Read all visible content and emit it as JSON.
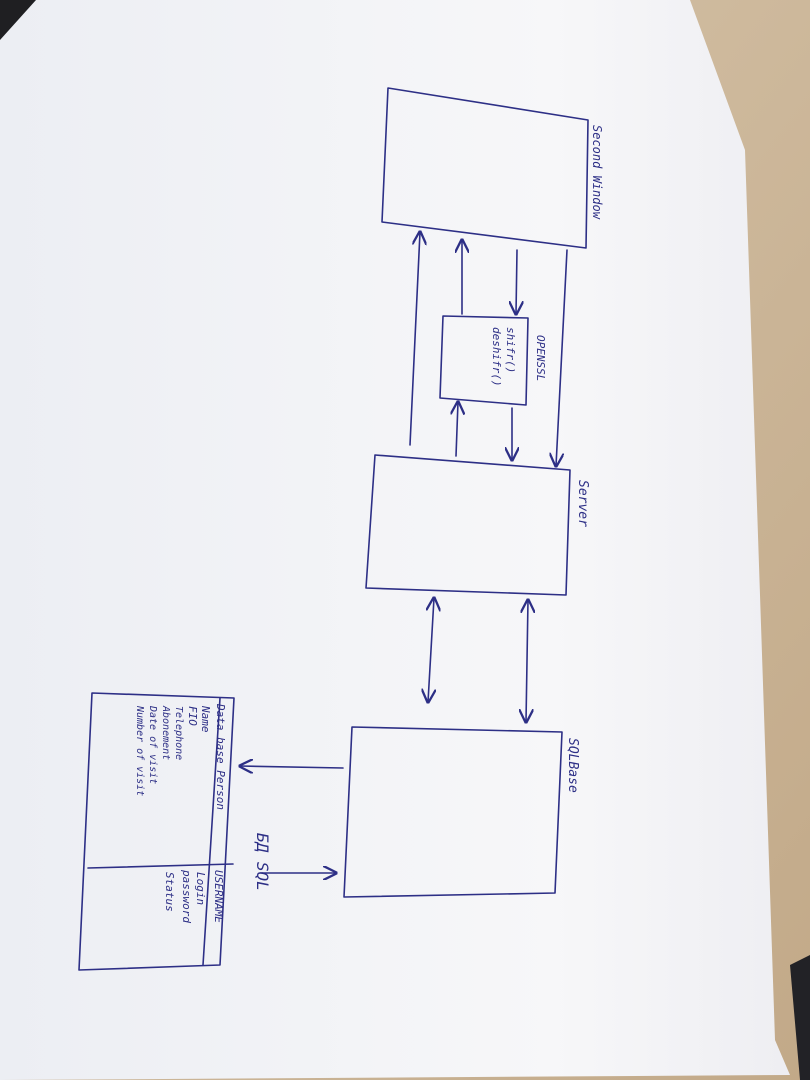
{
  "diagram": {
    "boxes": {
      "second_window": "Second Window",
      "server": "Server",
      "sqlbase": "SQLBase",
      "encryption_title": "OPENSSL",
      "encryption_funcs": [
        "shifr()",
        "deshifr()"
      ]
    },
    "db_label": "БД SQL",
    "tables": {
      "left": {
        "title": "Data base Person",
        "fields": [
          "Name",
          "FIO",
          "Telephone",
          "Abonement",
          "Date of visit",
          "Number of visit"
        ]
      },
      "right": {
        "title": "USERNAME",
        "fields": [
          "Login",
          "password",
          "Status"
        ]
      }
    }
  },
  "colors": {
    "ink": "#2d2f86",
    "paper": "#f4f4f7",
    "table": "#c9b49a"
  }
}
